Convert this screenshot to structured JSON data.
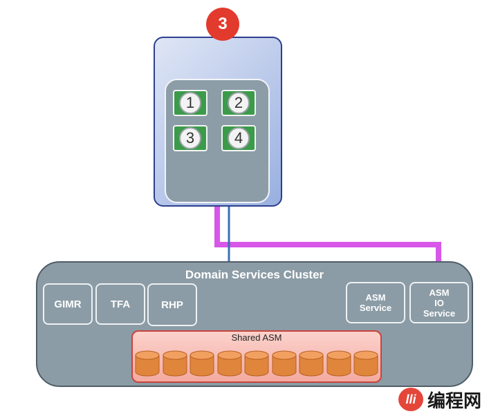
{
  "badge": {
    "number": "3"
  },
  "member_nodes": [
    "1",
    "2",
    "3",
    "4"
  ],
  "domain_cluster": {
    "title": "Domain Services Cluster",
    "services": [
      "GIMR",
      "TFA",
      "RHP"
    ],
    "asm_service": [
      "ASM",
      "Service"
    ],
    "asm_io_service": [
      "ASM",
      "IO",
      "Service"
    ],
    "shared_asm_label": "Shared ASM",
    "disk_count": 9
  },
  "colors": {
    "accent_red": "#e23b2e",
    "node_green": "#3c9b4a",
    "link_magenta": "#d757e8",
    "link_blue": "#3b6fb3",
    "link_red": "#cf3a32"
  },
  "watermark": {
    "logo": "lli",
    "text": "编程网"
  }
}
